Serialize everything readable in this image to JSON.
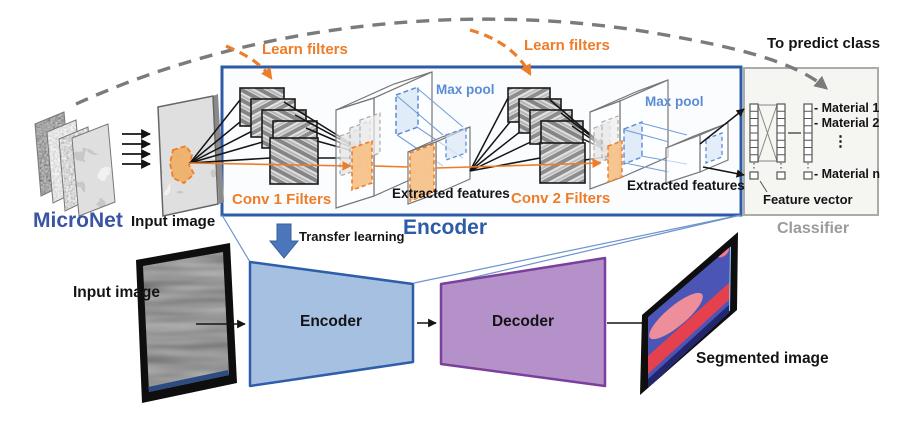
{
  "colors": {
    "orange": "#ee7d2a",
    "orange-fill": "#f6c28a",
    "blue-pool": "#5b8bd5",
    "blue-brand": "#3a55a4",
    "blue-encoder": "#2d5ba7",
    "grey-arc": "#7b7b7b",
    "ink": "#141414",
    "trap-blue-fill": "#a6c0e2",
    "trap-blue-stroke": "#2e5ea9",
    "trap-purple-fill": "#b491c8",
    "trap-purple-stroke": "#7b3f9d",
    "classifier-grey": "#9b9b99",
    "transfer-blue": "#4b76bb"
  },
  "top": {
    "micronet": "MicroNet",
    "input_image": "Input image",
    "learn_filters_1": "Learn filters",
    "learn_filters_2": "Learn filters",
    "conv1_filters": "Conv 1 Filters",
    "conv2_filters": "Conv 2 Filters",
    "max_pool_1": "Max pool",
    "max_pool_2": "Max pool",
    "extracted_features_1": "Extracted features",
    "extracted_features_2": "Extracted features",
    "encoder_title": "Encoder",
    "to_predict_class": "To predict class"
  },
  "classifier": {
    "label": "Classifier",
    "feature_vector": "Feature vector",
    "materials": [
      "- Material 1",
      "- Material 2",
      "⋮",
      "- Material n"
    ]
  },
  "bottom": {
    "transfer_learning": "Transfer learning",
    "input_image": "Input image",
    "encoder": "Encoder",
    "decoder": "Decoder",
    "segmented_image": "Segmented image"
  }
}
